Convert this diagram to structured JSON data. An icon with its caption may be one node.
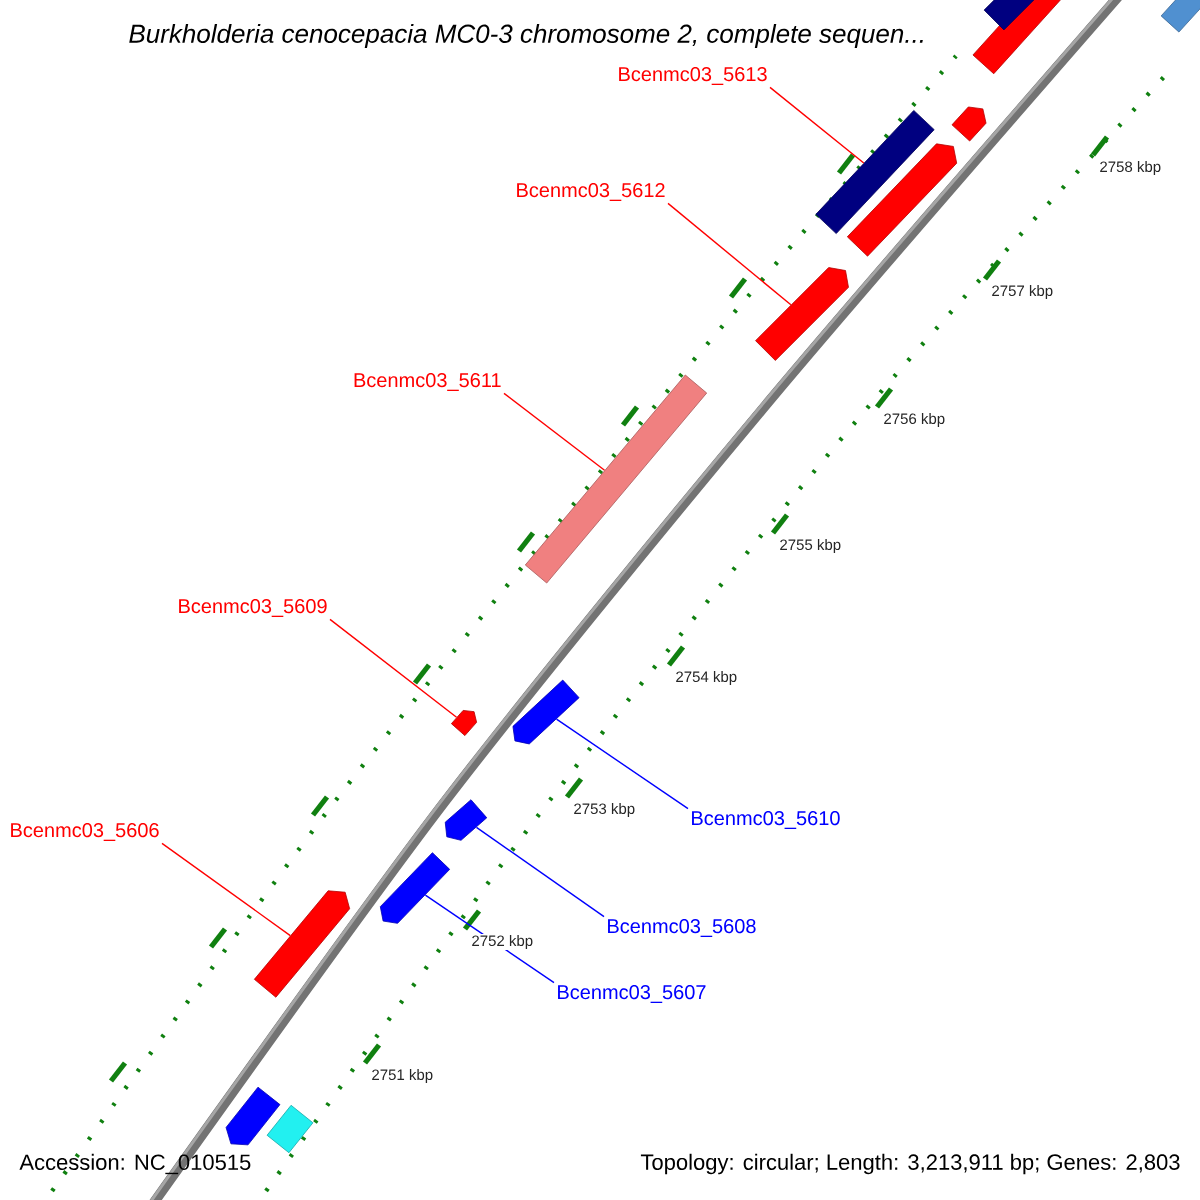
{
  "diagram": {
    "title": "Burkholderia cenocepacia MC0-3 chromosome 2, complete sequen...",
    "nodes": [
      {
        "text": [
          "Bcenmc03_5613"
        ]
      },
      {
        "text": [],
        "shape": "bar"
      },
      {
        "text": [
          "Bcenmc03_5612"
        ]
      },
      {
        "text": [],
        "shape": "arrow"
      },
      {
        "text": [
          "Bcenmc03_5611"
        ]
      },
      {
        "text": [],
        "shape": "bar"
      },
      {
        "text": [
          "Bcenmc03_5609"
        ]
      },
      {
        "text": [],
        "shape": "arrow"
      },
      {
        "text": [
          "Bcenmc03_5610"
        ]
      },
      {
        "text": [],
        "shape": "arrow"
      },
      {
        "text": [
          "Bcenmc03_5606"
        ]
      },
      {
        "text": [],
        "shape": "arrow"
      },
      {
        "text": [
          "Bcenmc03_5608"
        ]
      },
      {
        "text": [],
        "shape": "arrow"
      },
      {
        "text": [
          "Bcenmc03_5607"
        ]
      },
      {
        "text": [],
        "shape": "arrow"
      },
      {
        "text": [],
        "shape": "arrow"
      },
      {
        "text": [],
        "shape": "arrow"
      },
      {
        "text": [],
        "shape": "arrow"
      },
      {
        "text": [],
        "shape": "bar"
      },
      {
        "text": [],
        "shape": "bar"
      },
      {
        "text": [],
        "shape": "arrow"
      },
      {
        "text": [],
        "shape": "bar"
      }
    ],
    "edges": [
      {
        "from": 0,
        "to": 1,
        "arrow": "none"
      },
      {
        "from": 2,
        "to": 3,
        "arrow": "none"
      },
      {
        "from": 4,
        "to": 5,
        "arrow": "none"
      },
      {
        "from": 6,
        "to": 7,
        "arrow": "none"
      },
      {
        "from": 8,
        "to": 9,
        "arrow": "none",
        "color": "#0000ff"
      },
      {
        "from": 10,
        "to": 11,
        "arrow": "none"
      },
      {
        "from": 12,
        "to": 13,
        "arrow": "none",
        "color": "#0000ff"
      },
      {
        "from": 14,
        "to": 15,
        "arrow": "none",
        "color": "#0000ff"
      }
    ],
    "labels": [
      "2758 kbp",
      "2757 kbp",
      "2756 kbp",
      "2755 kbp",
      "2754 kbp",
      "2753 kbp",
      "2752 kbp",
      "2751 kbp",
      "Accession: NC_010515",
      "Topology: circular; Length: 3,213,911 bp; Genes: 2,803"
    ]
  }
}
